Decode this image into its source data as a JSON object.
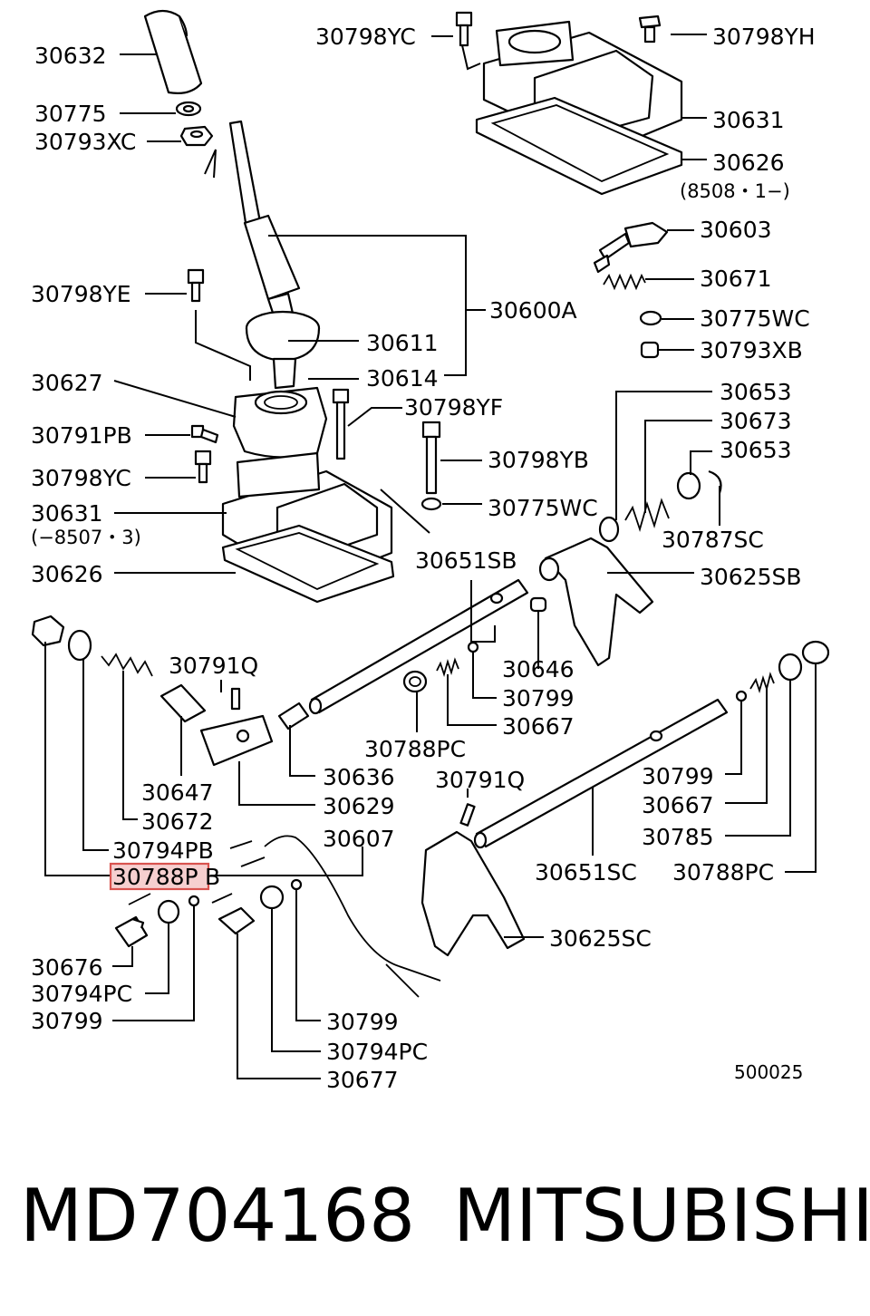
{
  "labels": {
    "p30632": "30632",
    "p30775": "30775",
    "p30793XC": "30793XC",
    "p30798YC_top": "30798YC",
    "p30798YH": "30798YH",
    "p30631_top": "30631",
    "p30626_top": "30626",
    "p8508": "(8508・1−)",
    "p30603": "30603",
    "p30671": "30671",
    "p30775WC_top": "30775WC",
    "p30793XB": "30793XB",
    "p30798YE": "30798YE",
    "p30600A": "30600A",
    "p30611": "30611",
    "p30614": "30614",
    "p30627": "30627",
    "p30798YF": "30798YF",
    "p30791PB": "30791PB",
    "p30798YB": "30798YB",
    "p30798YC_mid": "30798YC",
    "p30775WC_mid": "30775WC",
    "p30631_mid": "30631",
    "p8507": "(−8507・3)",
    "p30626_mid": "30626",
    "p30653_a": "30653",
    "p30673": "30673",
    "p30653_b": "30653",
    "p30787SC": "30787SC",
    "p30651SB": "30651SB",
    "p30625SB": "30625SB",
    "p30646": "30646",
    "p30791Q_a": "30791Q",
    "p30799_a": "30799",
    "p30667_a": "30667",
    "p30788PC_a": "30788PC",
    "p30636": "30636",
    "p30647": "30647",
    "p30629": "30629",
    "p30672": "30672",
    "p30791Q_b": "30791Q",
    "p30794PB": "30794PB",
    "p30607": "30607",
    "p30788PB_hl": "30788P",
    "p30788PB_tail": "B",
    "p30799_b": "30799",
    "p30667_b": "30667",
    "p30785": "30785",
    "p30651SC": "30651SC",
    "p30788PC_b": "30788PC",
    "p30625SC": "30625SC",
    "p30676": "30676",
    "p30794PC_a": "30794PC",
    "p30799_c": "30799",
    "p30799_d": "30799",
    "p30794PC_b": "30794PC",
    "p30677": "30677",
    "code": "500025"
  },
  "highlight_color": "#d9534f",
  "footer": {
    "part_number": "MD704168",
    "brand": "MITSUBISHI"
  }
}
